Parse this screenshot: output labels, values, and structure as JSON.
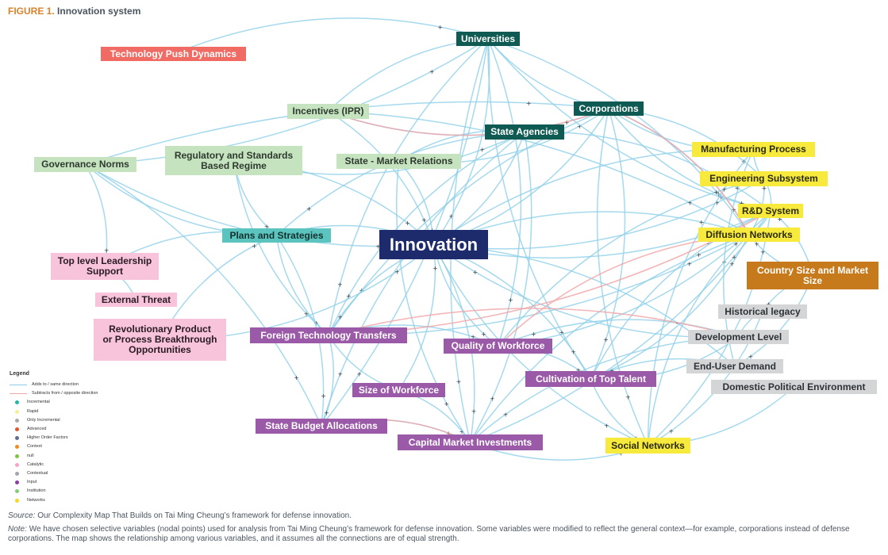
{
  "figure": {
    "label": "FIGURE 1.",
    "title": "Innovation system"
  },
  "colors": {
    "edge_adds": "#8fd0e8",
    "edge_subtracts": "#f0a5a8",
    "dark_teal": "#0f5a52",
    "light_green": "#c6e3c0",
    "teal": "#5cc4be",
    "yellow": "#f7ea3d",
    "pink": "#f7c4dc",
    "purple": "#9b5aa8",
    "grey": "#d3d5d7",
    "orange_brown": "#c77a1c",
    "coral": "#ef6b63",
    "navy": "#1d2a6b"
  },
  "nodes": [
    {
      "id": "universities",
      "label": "Universities",
      "style": "dark_teal"
    },
    {
      "id": "technology_push",
      "label": "Technology Push Dynamics",
      "style": "coral"
    },
    {
      "id": "corporations",
      "label": "Corporations",
      "style": "dark_teal"
    },
    {
      "id": "incentives",
      "label": "Incentives (IPR)",
      "style": "light_green"
    },
    {
      "id": "state_agencies",
      "label": "State Agencies",
      "style": "dark_teal"
    },
    {
      "id": "governance",
      "label": "Governance Norms",
      "style": "light_green"
    },
    {
      "id": "regulatory",
      "label": "Regulatory and Standards Based Regime",
      "style": "light_green"
    },
    {
      "id": "state_market",
      "label": "State - Market Relations",
      "style": "light_green"
    },
    {
      "id": "manufacturing",
      "label": "Manufacturing Process",
      "style": "yellow"
    },
    {
      "id": "engineering",
      "label": "Engineering Subsystem",
      "style": "yellow"
    },
    {
      "id": "rd",
      "label": "R&D System",
      "style": "yellow"
    },
    {
      "id": "diffusion",
      "label": "Diffusion Networks",
      "style": "yellow"
    },
    {
      "id": "plans",
      "label": "Plans and Strategies",
      "style": "teal"
    },
    {
      "id": "innovation",
      "label": "Innovation",
      "style": "navy"
    },
    {
      "id": "top_level",
      "label": "Top level Leadership Support",
      "style": "pink"
    },
    {
      "id": "country_size",
      "label": "Country Size and Market Size",
      "style": "orange_brown"
    },
    {
      "id": "external_threat",
      "label": "External Threat",
      "style": "pink"
    },
    {
      "id": "historical",
      "label": "Historical legacy",
      "style": "grey"
    },
    {
      "id": "revolutionary",
      "label": "Revolutionary Product or Process Breakthrough Opportunities",
      "style": "pink"
    },
    {
      "id": "foreign_tech",
      "label": "Foreign Technology Transfers",
      "style": "purple"
    },
    {
      "id": "development",
      "label": "Development Level",
      "style": "grey"
    },
    {
      "id": "quality_workforce",
      "label": "Quality of Workforce",
      "style": "purple"
    },
    {
      "id": "end_user",
      "label": "End-User Demand",
      "style": "grey"
    },
    {
      "id": "cultivation",
      "label": "Cultivation of Top Talent",
      "style": "purple"
    },
    {
      "id": "domestic_political",
      "label": "Domestic Political Environment",
      "style": "grey"
    },
    {
      "id": "size_workforce",
      "label": "Size of Workforce",
      "style": "purple"
    },
    {
      "id": "state_budget",
      "label": "State Budget Allocations",
      "style": "purple"
    },
    {
      "id": "capital_market",
      "label": "Capital Market Investments",
      "style": "purple"
    },
    {
      "id": "social_networks",
      "label": "Social Networks",
      "style": "yellow"
    }
  ],
  "edges": [
    [
      "technology_push",
      "universities",
      "+"
    ],
    [
      "governance",
      "universities",
      "+"
    ],
    [
      "governance",
      "corporations",
      "+"
    ],
    [
      "governance",
      "plans",
      "+"
    ],
    [
      "governance",
      "top_level",
      "+"
    ],
    [
      "governance",
      "innovation",
      "+"
    ],
    [
      "incentives",
      "universities",
      "+"
    ],
    [
      "incentives",
      "corporations",
      "+"
    ],
    [
      "incentives",
      "innovation",
      "+"
    ],
    [
      "regulatory",
      "plans",
      "+"
    ],
    [
      "regulatory",
      "innovation",
      "+"
    ],
    [
      "regulatory",
      "state_agencies",
      "+"
    ],
    [
      "state_market",
      "innovation",
      "+"
    ],
    [
      "state_market",
      "corporations",
      "+"
    ],
    [
      "state_market",
      "state_agencies",
      "+"
    ],
    [
      "universities",
      "corporations",
      "+"
    ],
    [
      "universities",
      "innovation",
      "+"
    ],
    [
      "universities",
      "rd",
      "+"
    ],
    [
      "universities",
      "quality_workforce",
      "+"
    ],
    [
      "universities",
      "cultivation",
      "+"
    ],
    [
      "universities",
      "diffusion",
      "+"
    ],
    [
      "universities",
      "foreign_tech",
      "+"
    ],
    [
      "universities",
      "state_budget",
      "+"
    ],
    [
      "universities",
      "capital_market",
      "+"
    ],
    [
      "corporations",
      "innovation",
      "+"
    ],
    [
      "corporations",
      "manufacturing",
      "+"
    ],
    [
      "corporations",
      "engineering",
      "+"
    ],
    [
      "corporations",
      "rd",
      "+"
    ],
    [
      "corporations",
      "diffusion",
      "+"
    ],
    [
      "corporations",
      "social_networks",
      "+"
    ],
    [
      "corporations",
      "cultivation",
      "+"
    ],
    [
      "corporations",
      "foreign_tech",
      "+"
    ],
    [
      "state_agencies",
      "innovation",
      "+"
    ],
    [
      "state_agencies",
      "plans",
      "+"
    ],
    [
      "state_agencies",
      "rd",
      "+"
    ],
    [
      "state_agencies",
      "state_budget",
      "+"
    ],
    [
      "state_agencies",
      "capital_market",
      "+"
    ],
    [
      "state_agencies",
      "foreign_tech",
      "+"
    ],
    [
      "plans",
      "innovation",
      "+"
    ],
    [
      "plans",
      "foreign_tech",
      "+"
    ],
    [
      "plans",
      "state_budget",
      "+"
    ],
    [
      "innovation",
      "rd",
      "+"
    ],
    [
      "innovation",
      "diffusion",
      "+"
    ],
    [
      "innovation",
      "engineering",
      "+"
    ],
    [
      "innovation",
      "manufacturing",
      "+"
    ],
    [
      "innovation",
      "quality_workforce",
      "+"
    ],
    [
      "innovation",
      "cultivation",
      "+"
    ],
    [
      "innovation",
      "foreign_tech",
      "+"
    ],
    [
      "innovation",
      "capital_market",
      "+"
    ],
    [
      "innovation",
      "social_networks",
      "+"
    ],
    [
      "top_level",
      "plans",
      "+"
    ],
    [
      "external_threat",
      "top_level",
      "+"
    ],
    [
      "revolutionary",
      "plans",
      "+"
    ],
    [
      "revolutionary",
      "innovation",
      "+"
    ],
    [
      "foreign_tech",
      "quality_workforce",
      "+"
    ],
    [
      "foreign_tech",
      "size_workforce",
      "+"
    ],
    [
      "foreign_tech",
      "state_budget",
      "+"
    ],
    [
      "foreign_tech",
      "diffusion",
      "+"
    ],
    [
      "quality_workforce",
      "cultivation",
      "+"
    ],
    [
      "quality_workforce",
      "rd",
      "+"
    ],
    [
      "quality_workforce",
      "engineering",
      "+"
    ],
    [
      "cultivation",
      "social_networks",
      "+"
    ],
    [
      "cultivation",
      "rd",
      "+"
    ],
    [
      "cultivation",
      "diffusion",
      "+"
    ],
    [
      "size_workforce",
      "capital_market",
      "+"
    ],
    [
      "size_workforce",
      "innovation",
      "+"
    ],
    [
      "state_budget",
      "capital_market",
      "+"
    ],
    [
      "capital_market",
      "rd",
      "+"
    ],
    [
      "capital_market",
      "diffusion",
      "+"
    ],
    [
      "capital_market",
      "social_networks",
      "+"
    ],
    [
      "social_networks",
      "diffusion",
      "+"
    ],
    [
      "social_networks",
      "rd",
      "+"
    ],
    [
      "social_networks",
      "manufacturing",
      "+"
    ],
    [
      "historical",
      "development",
      "+"
    ],
    [
      "development",
      "innovation",
      "+"
    ],
    [
      "development",
      "quality_workforce",
      "+"
    ],
    [
      "development",
      "cultivation",
      "+"
    ],
    [
      "end_user",
      "innovation",
      "+"
    ],
    [
      "end_user",
      "manufacturing",
      "+"
    ],
    [
      "end_user",
      "cultivation",
      "+"
    ],
    [
      "domestic_political",
      "social_networks",
      "+"
    ],
    [
      "country_size",
      "historical",
      "+"
    ],
    [
      "country_size",
      "end_user",
      "+"
    ],
    [
      "country_size",
      "rd",
      "+"
    ],
    [
      "country_size",
      "diffusion",
      "+"
    ],
    [
      "diffusion",
      "engineering",
      "+"
    ],
    [
      "engineering",
      "manufacturing",
      "+"
    ],
    [
      "rd",
      "engineering",
      "+"
    ],
    [
      "rd",
      "diffusion",
      "+"
    ],
    [
      "development",
      "capital_market",
      "+"
    ],
    [
      "historical",
      "social_networks",
      "+"
    ],
    [
      "state_market",
      "capital_market",
      "+"
    ],
    [
      "incentives",
      "diffusion",
      "+"
    ],
    [
      "regulatory",
      "foreign_tech",
      "+"
    ],
    [
      "governance",
      "state_budget",
      "+"
    ],
    [
      "incentives",
      "corporations",
      "-"
    ],
    [
      "corporations",
      "diffusion",
      "-"
    ],
    [
      "foreign_tech",
      "rd",
      "-"
    ],
    [
      "quality_workforce",
      "diffusion",
      "-"
    ],
    [
      "capital_market",
      "state_budget",
      "-"
    ],
    [
      "foreign_tech",
      "development",
      "-"
    ]
  ],
  "legend": {
    "title": "Legend",
    "lines": [
      {
        "label": "Adds to / same direction",
        "color": "#8fd0e8"
      },
      {
        "label": "Subtracts from / opposite direction",
        "color": "#f0a5a8"
      }
    ],
    "items": [
      {
        "label": "Incremental",
        "color": "#2bb3a6"
      },
      {
        "label": "Rapid",
        "color": "#f5ee9a"
      },
      {
        "label": "Only Incremental",
        "color": "#a9a9a9"
      },
      {
        "label": "Advanced",
        "color": "#e4572e"
      },
      {
        "label": "Higher Order Factors",
        "color": "#5f6d8f"
      },
      {
        "label": "Context",
        "color": "#f08a24"
      },
      {
        "label": "null",
        "color": "#7cc444"
      },
      {
        "label": "Catalytic",
        "color": "#f4a6c8"
      },
      {
        "label": "Contextual",
        "color": "#9fa6ad"
      },
      {
        "label": "Input",
        "color": "#8b3fa0"
      },
      {
        "label": "Institution",
        "color": "#86cc7a"
      },
      {
        "label": "Networks",
        "color": "#f5d62a"
      }
    ]
  },
  "source": {
    "label": "Source:",
    "text": "Our Complexity Map That Builds on Tai Ming Cheung’s framework for defense innovation."
  },
  "note": {
    "label": "Note:",
    "text": "We have chosen selective variables (nodal points) used for analysis from Tai Ming Cheung’s framework for defense innovation. Some variables were modified to reflect the general context—for example, corporations instead of defense corporations. The map shows the relationship among various variables, and it assumes all the connections are of equal strength."
  }
}
